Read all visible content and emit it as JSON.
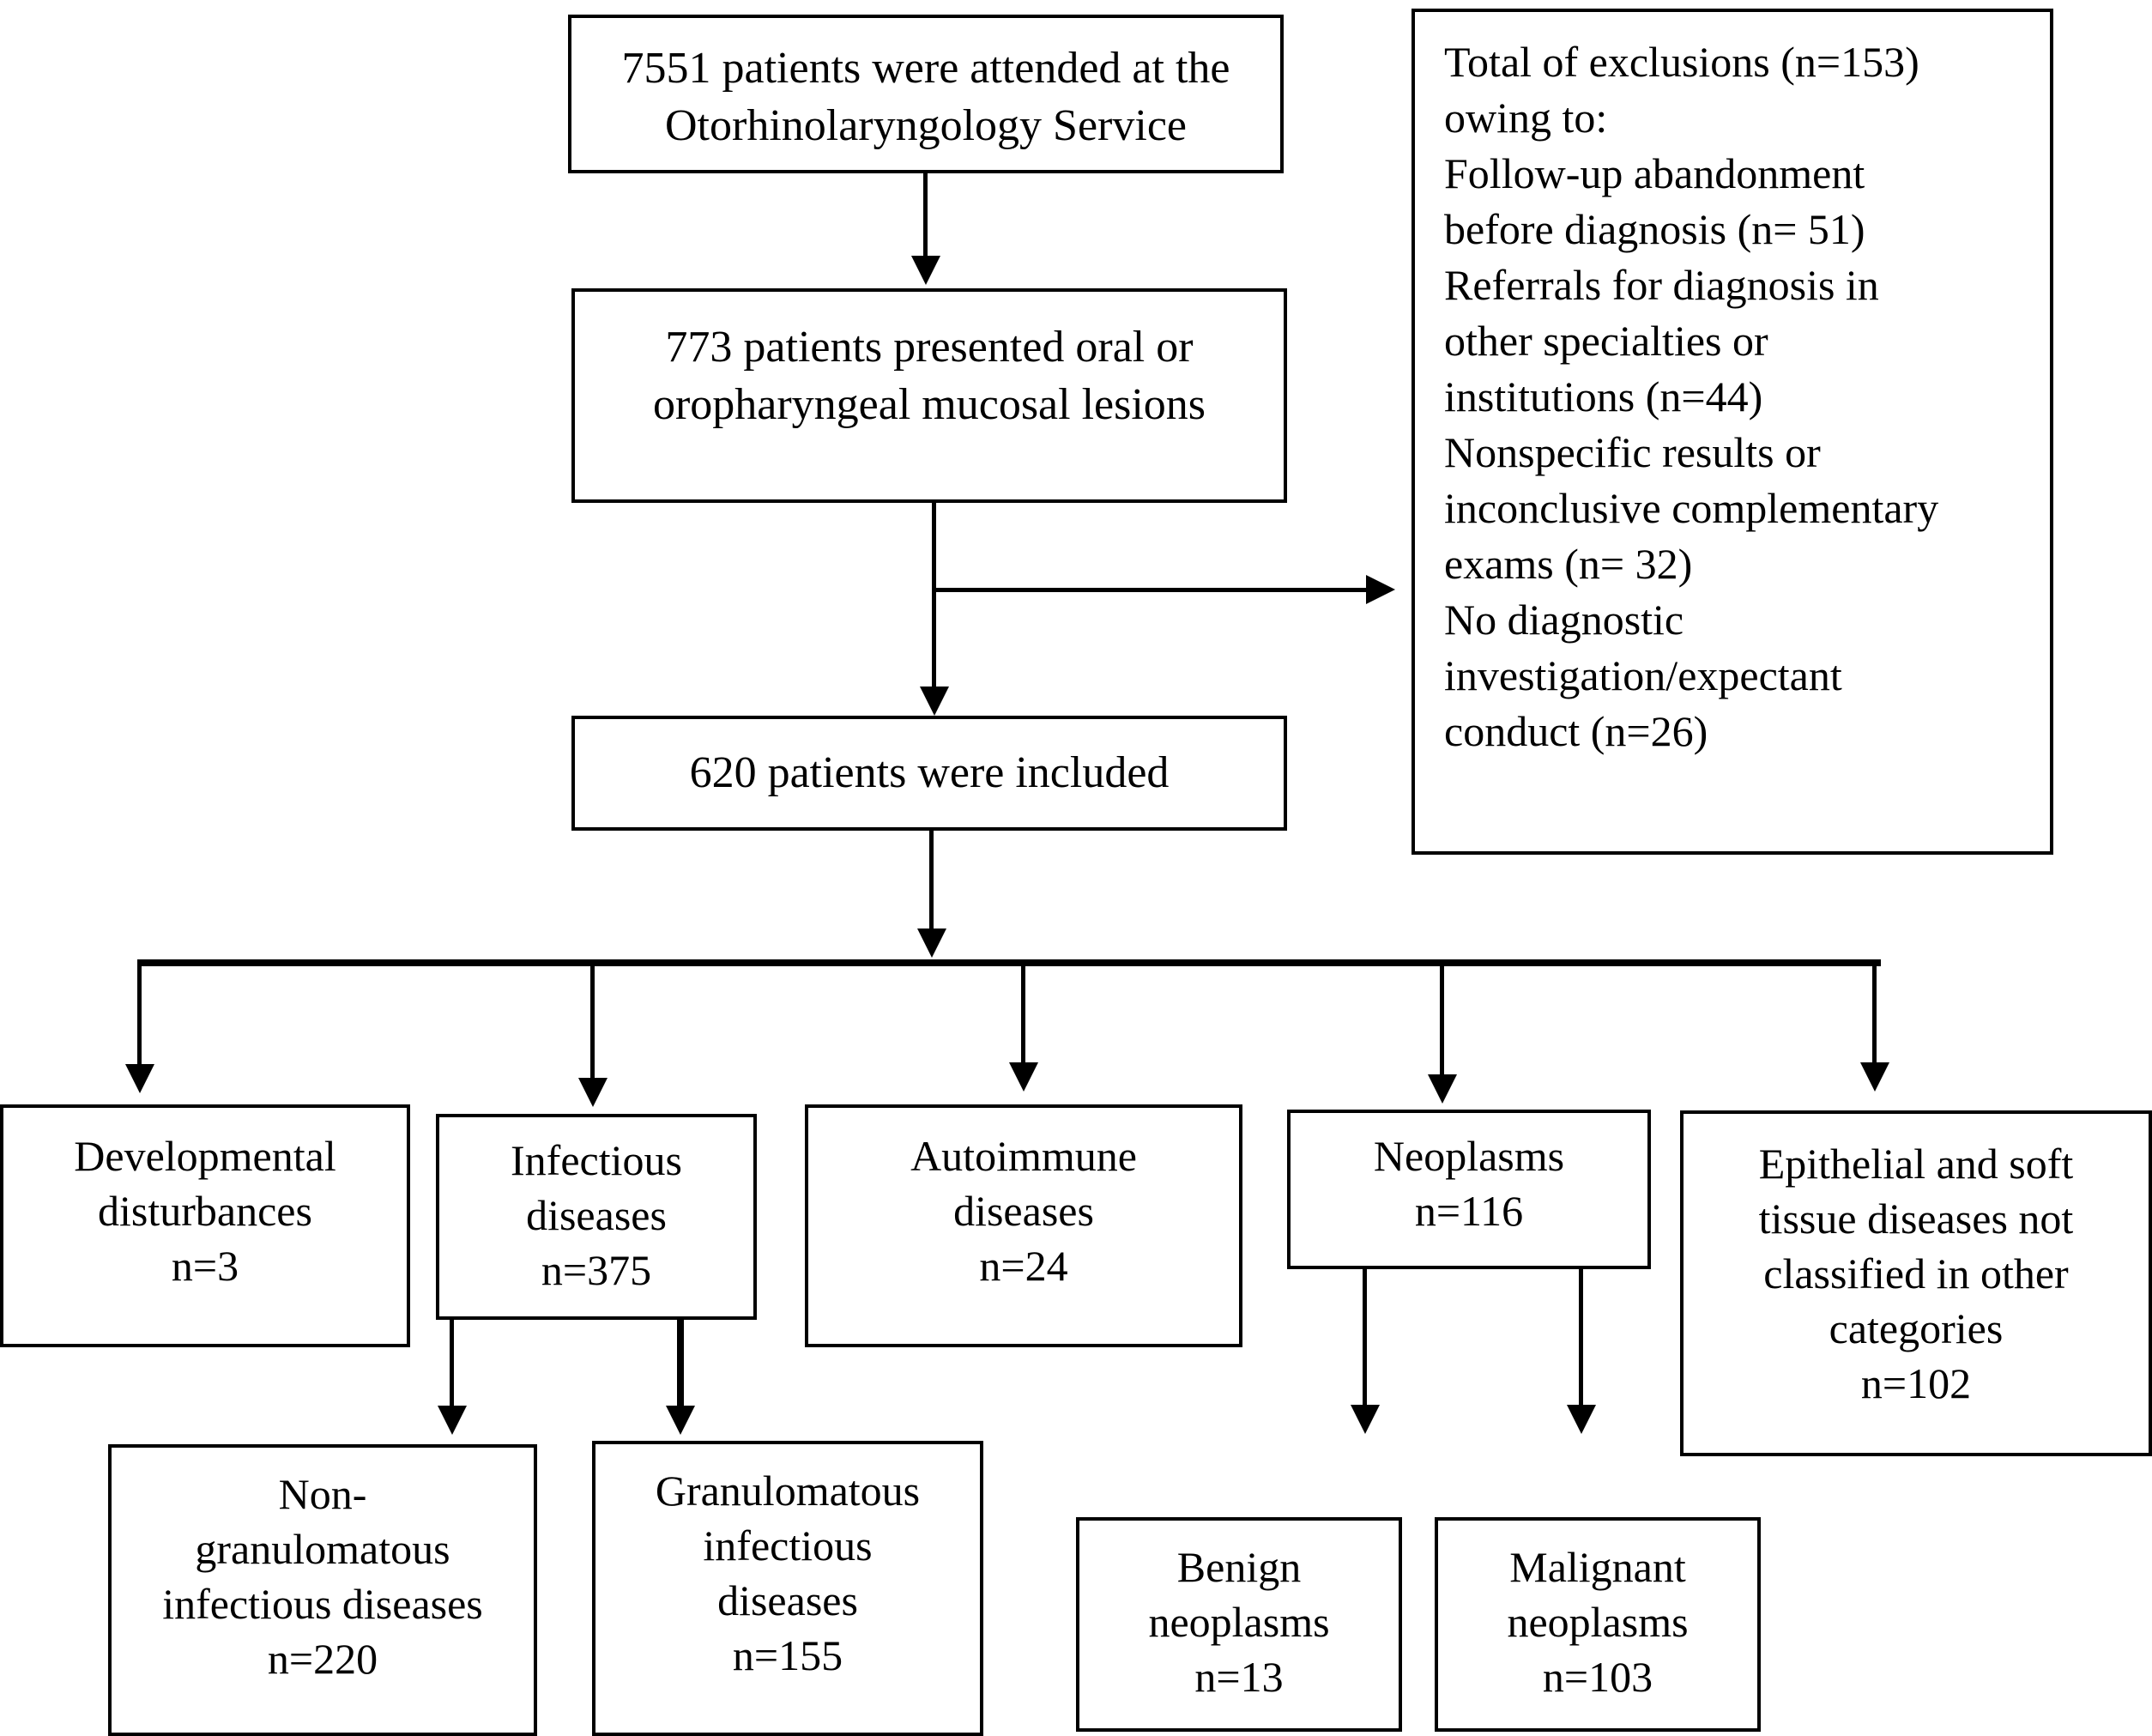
{
  "diagram": {
    "type": "flowchart",
    "title": "Patient selection and diagnostic classification flow",
    "orientation": "top-down",
    "colors": {
      "stroke": "#000000",
      "fill": "#ffffff",
      "text": "#000000"
    }
  },
  "nodes": {
    "attended": {
      "id": "attended",
      "lines": [
        "7551 patients were attended at the",
        "Otorhinolaryngology Service"
      ],
      "n": 7551
    },
    "lesions": {
      "id": "lesions",
      "lines": [
        "773 patients presented oral or",
        "oropharyngeal mucosal lesions"
      ],
      "n": 773
    },
    "included": {
      "id": "included",
      "lines": [
        "620 patients were included"
      ],
      "n": 620
    },
    "exclusions": {
      "id": "exclusions",
      "heading": "Total of exclusions (n=153)",
      "heading_cont": "owing to:",
      "total_n": 153,
      "reasons": [
        {
          "label": "Follow-up abandonment before diagnosis",
          "text": "Follow-up abandonment\nbefore diagnosis (n= 51)",
          "n": 51
        },
        {
          "label": "Referrals for diagnosis in other specialties or institutions",
          "text": "Referrals for diagnosis in\nother specialties or\ninstitutions (n=44)",
          "n": 44
        },
        {
          "label": "Nonspecific results or inconclusive complementary exams",
          "text": "Nonspecific results or\ninconclusive complementary\nexams (n= 32)",
          "n": 32
        },
        {
          "label": "No diagnostic investigation/expectant conduct",
          "text": "No diagnostic\ninvestigation/expectant\nconduct (n=26)",
          "n": 26
        }
      ],
      "full_text": "Total of exclusions (n=153)\nowing to:\nFollow-up abandonment\nbefore diagnosis (n= 51)\nReferrals for diagnosis in\nother specialties or\ninstitutions (n=44)\nNonspecific results or\ninconclusive complementary\nexams (n= 32)\nNo diagnostic\ninvestigation/expectant\nconduct (n=26)"
    },
    "developmental": {
      "id": "developmental",
      "lines": [
        "Developmental",
        "disturbances"
      ],
      "count_label": "n=3",
      "n": 3
    },
    "infectious": {
      "id": "infectious",
      "lines": [
        "Infectious",
        "diseases"
      ],
      "count_label": "n=375",
      "n": 375
    },
    "autoimmune": {
      "id": "autoimmune",
      "lines": [
        "Autoimmune",
        "diseases"
      ],
      "count_label": "n=24",
      "n": 24
    },
    "neoplasms": {
      "id": "neoplasms",
      "lines": [
        "Neoplasms"
      ],
      "count_label": "n=116",
      "n": 116
    },
    "epithelial": {
      "id": "epithelial",
      "lines": [
        "Epithelial and soft",
        "tissue diseases not",
        "classified in other",
        "categories"
      ],
      "count_label": "n=102",
      "n": 102
    },
    "nongranulomatous": {
      "id": "nongranulomatous",
      "lines": [
        "Non-",
        "granulomatous",
        "infectious diseases"
      ],
      "count_label": "n=220",
      "n": 220
    },
    "granulomatous": {
      "id": "granulomatous",
      "lines": [
        "Granulomatous",
        "infectious",
        "diseases"
      ],
      "count_label": "n=155",
      "n": 155
    },
    "benign": {
      "id": "benign",
      "lines": [
        "Benign",
        "neoplasms"
      ],
      "count_label": "n=13",
      "n": 13
    },
    "malignant": {
      "id": "malignant",
      "lines": [
        "Malignant",
        "neoplasms"
      ],
      "count_label": "n=103",
      "n": 103
    }
  },
  "edges": [
    {
      "from": "attended",
      "to": "lesions",
      "style": "arrow-down"
    },
    {
      "from": "lesions",
      "to": "included",
      "style": "arrow-down"
    },
    {
      "from": "lesions",
      "to": "exclusions",
      "style": "arrow-right"
    },
    {
      "from": "included",
      "to": "developmental",
      "style": "arrow-down"
    },
    {
      "from": "included",
      "to": "infectious",
      "style": "arrow-down"
    },
    {
      "from": "included",
      "to": "autoimmune",
      "style": "arrow-down"
    },
    {
      "from": "included",
      "to": "neoplasms",
      "style": "arrow-down"
    },
    {
      "from": "included",
      "to": "epithelial",
      "style": "arrow-down"
    },
    {
      "from": "infectious",
      "to": "nongranulomatous",
      "style": "arrow-down"
    },
    {
      "from": "infectious",
      "to": "granulomatous",
      "style": "arrow-down"
    },
    {
      "from": "neoplasms",
      "to": "benign",
      "style": "arrow-down"
    },
    {
      "from": "neoplasms",
      "to": "malignant",
      "style": "arrow-down"
    }
  ]
}
